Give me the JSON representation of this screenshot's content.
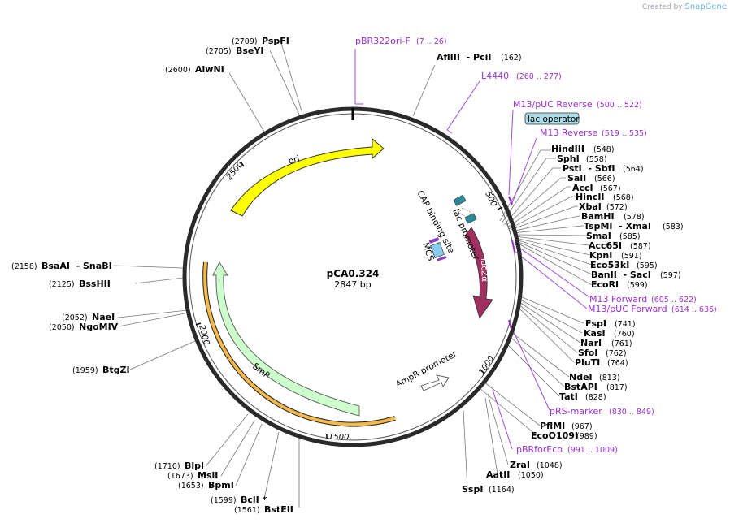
{
  "credit": {
    "prefix": "Created by",
    "brand": "SnapGene"
  },
  "plasmid": {
    "name": "pCA0.324",
    "size": "2847 bp"
  },
  "ticks": [
    "500",
    "1000",
    "1500",
    "2000",
    "2500"
  ],
  "features": {
    "ori": "ori",
    "lacZa": "lacZα",
    "smr": "SmR",
    "ampr": "AmpR promoter",
    "lac_promoter": "lac promoter",
    "cap": "CAP binding site",
    "mcs": "MCS",
    "lac_operator": "lac operator"
  },
  "primers": [
    {
      "name": "pBR322ori-F",
      "range": "(7 .. 26)"
    },
    {
      "name": "L4440",
      "range": "(260 .. 277)"
    },
    {
      "name": "M13/pUC Reverse",
      "range": "(500 .. 522)"
    },
    {
      "name": "M13 Reverse",
      "range": "(519 .. 535)"
    },
    {
      "name": "M13 Forward",
      "range": "(605 .. 622)"
    },
    {
      "name": "M13/pUC Forward",
      "range": "(614 .. 636)"
    },
    {
      "name": "pRS-marker",
      "range": "(830 .. 849)"
    },
    {
      "name": "pBRforEco",
      "range": "(991 .. 1009)"
    }
  ],
  "enzymes": [
    {
      "label": "AflIII  - PciI",
      "pos": "(162)"
    },
    {
      "label": "HindIII",
      "pos": "(548)"
    },
    {
      "label": "SphI",
      "pos": "(558)"
    },
    {
      "label": "PstI  - SbfI",
      "pos": "(564)"
    },
    {
      "label": "SalI",
      "pos": "(566)"
    },
    {
      "label": "AccI",
      "pos": "(567)"
    },
    {
      "label": "HincII",
      "pos": "(568)"
    },
    {
      "label": "XbaI",
      "pos": "(572)"
    },
    {
      "label": "BamHI",
      "pos": "(578)"
    },
    {
      "label": "TspMI  - XmaI",
      "pos": "(583)"
    },
    {
      "label": "SmaI",
      "pos": "(585)"
    },
    {
      "label": "Acc65I",
      "pos": "(587)"
    },
    {
      "label": "KpnI",
      "pos": "(591)"
    },
    {
      "label": "Eco53kI",
      "pos": "(595)"
    },
    {
      "label": "BanII  - SacI",
      "pos": "(597)"
    },
    {
      "label": "EcoRI",
      "pos": "(599)"
    },
    {
      "label": "FspI",
      "pos": "(741)"
    },
    {
      "label": "KasI",
      "pos": "(760)"
    },
    {
      "label": "NarI",
      "pos": "(761)"
    },
    {
      "label": "SfoI",
      "pos": "(762)"
    },
    {
      "label": "PluTI",
      "pos": "(764)"
    },
    {
      "label": "NdeI",
      "pos": "(813)"
    },
    {
      "label": "BstAPI",
      "pos": "(817)"
    },
    {
      "label": "TatI",
      "pos": "(828)"
    },
    {
      "label": "PflMI",
      "pos": "(967)"
    },
    {
      "label": "EcoO109I",
      "pos": "(989)"
    },
    {
      "label": "ZraI",
      "pos": "(1048)"
    },
    {
      "label": "AatII",
      "pos": "(1050)"
    },
    {
      "label": "SspI",
      "pos": "(1164)"
    },
    {
      "label": "PspFI",
      "pos": "(2709)"
    },
    {
      "label": "BseYI",
      "pos": "(2705)"
    },
    {
      "label": "AlwNI",
      "pos": "(2600)"
    },
    {
      "label": "BsaAI  - SnaBI",
      "pos": "(2158)"
    },
    {
      "label": "BssHII",
      "pos": "(2125)"
    },
    {
      "label": "NaeI",
      "pos": "(2052)"
    },
    {
      "label": "NgoMIV",
      "pos": "(2050)"
    },
    {
      "label": "BtgZI",
      "pos": "(1959)"
    },
    {
      "label": "BlpI",
      "pos": "(1710)"
    },
    {
      "label": "MslI",
      "pos": "(1673)"
    },
    {
      "label": "BpmI",
      "pos": "(1653)"
    },
    {
      "label": "BclI *",
      "pos": "(1599)"
    },
    {
      "label": "BstEII",
      "pos": "(1561)"
    }
  ]
}
